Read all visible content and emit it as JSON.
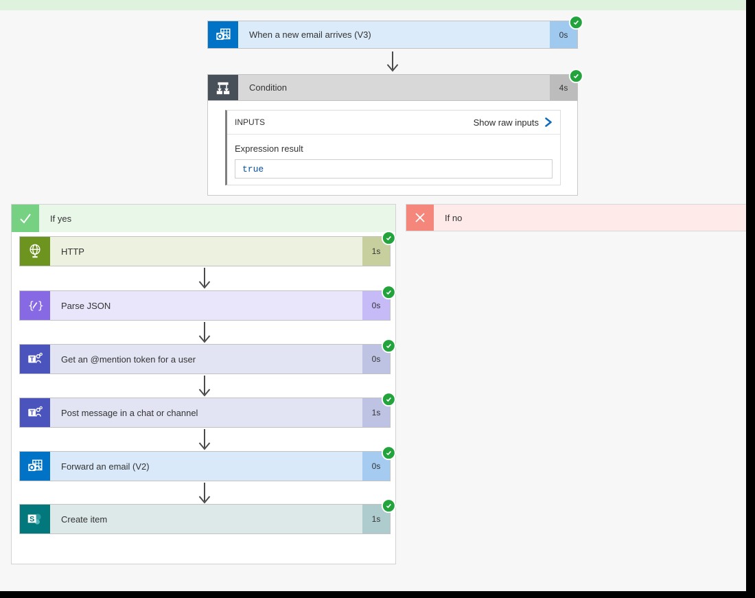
{
  "page": {
    "app": "Power Automate flow run view",
    "bg_color": "#f7f7f7",
    "top_strip_color": "#def2dd",
    "frame_color": "#000000",
    "connector_color": "#4a4a4a",
    "success_badge_color": "#23a33c",
    "success_badge_icon": "check-icon"
  },
  "trigger": {
    "title": "When a new email arrives (V3)",
    "duration": "0s",
    "status": "succeeded",
    "icon": "outlook-icon",
    "icon_color": "#0173c7",
    "body_bg": "#dcebf9",
    "duration_bg": "#9fc9ef"
  },
  "condition": {
    "title": "Condition",
    "duration": "4s",
    "status": "succeeded",
    "icon": "condition-branch-icon",
    "icon_color": "#474f59",
    "header_bg": "#d8d8d8",
    "duration_bg": "#bcbcbc",
    "inputs_label": "INPUTS",
    "show_raw_label": "Show raw inputs",
    "chevron_icon": "chevron-right-icon",
    "chevron_color": "#0f6cbd",
    "expression_label": "Expression result",
    "expression_value": "true",
    "expression_value_color": "#0451a5"
  },
  "branches": {
    "yes": {
      "label": "If yes",
      "tile_icon": "check-icon",
      "tile_color": "#77d183",
      "header_bg": "#e9f7e9",
      "actions": [
        {
          "title": "HTTP",
          "duration": "1s",
          "status": "succeeded",
          "icon": "http-globe-icon",
          "icon_color": "#6c941f",
          "body_bg": "#edf1df",
          "duration_bg": "#c6cf9d"
        },
        {
          "title": "Parse JSON",
          "duration": "0s",
          "status": "succeeded",
          "icon": "parse-json-icon",
          "icon_color": "#876ae3",
          "body_bg": "#e9e6fb",
          "duration_bg": "#c6baf7"
        },
        {
          "title": "Get an @mention token for a user",
          "duration": "0s",
          "status": "succeeded",
          "icon": "teams-icon",
          "icon_color": "#4b53bc",
          "body_bg": "#e2e4f4",
          "duration_bg": "#bec2e3"
        },
        {
          "title": "Post message in a chat or channel",
          "duration": "1s",
          "status": "succeeded",
          "icon": "teams-icon",
          "icon_color": "#4b53bc",
          "body_bg": "#e2e4f4",
          "duration_bg": "#bec2e3"
        },
        {
          "title": "Forward an email (V2)",
          "duration": "0s",
          "status": "succeeded",
          "icon": "outlook-icon",
          "icon_color": "#0173c7",
          "body_bg": "#d9e9f9",
          "duration_bg": "#a5cbf0"
        },
        {
          "title": "Create item",
          "duration": "1s",
          "status": "succeeded",
          "icon": "sharepoint-icon",
          "icon_color": "#03787c",
          "body_bg": "#dde8e8",
          "duration_bg": "#aecccd"
        }
      ]
    },
    "no": {
      "label": "If no",
      "tile_icon": "x-icon",
      "tile_color": "#f4867c",
      "header_bg": "#fdeae9"
    }
  }
}
